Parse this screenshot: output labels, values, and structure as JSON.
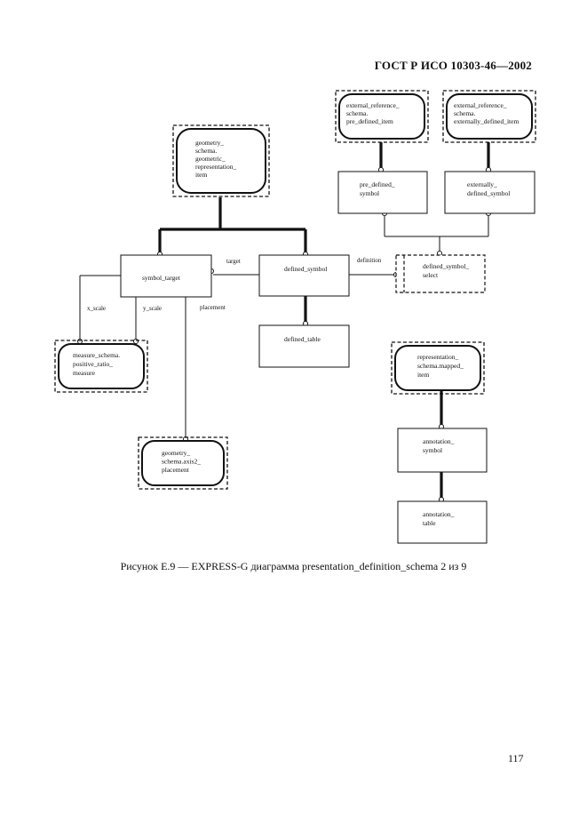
{
  "header": {
    "doc_id": "ГОСТ Р ИСО 10303-46—2002"
  },
  "caption": "Рисунок Е.9 — EXPRESS-G диаграмма presentation_definition_schema 2 из 9",
  "page_number": "117",
  "diagram": {
    "references": {
      "geometry_schema_geometric_representation_item": [
        "geometry_",
        "schema.",
        "geometric_",
        "representation_",
        "item"
      ],
      "external_reference_pre_defined_item": [
        "external_reference_",
        "schema.",
        "pre_defined_item"
      ],
      "external_reference_externally_defined_item": [
        "external_reference_",
        "schema.",
        "externally_defined_item"
      ],
      "measure_schema_positive_ratio_measure": [
        "measure_schema.",
        "positive_ratio_",
        "measure"
      ],
      "geometry_schema_axis2_placement": [
        "geometry_",
        "schema.axis2_",
        "placement"
      ],
      "representation_schema_mapped_item": [
        "representation_",
        "schema.mapped_",
        "item"
      ]
    },
    "entities": {
      "symbol_target": [
        "symbol_target"
      ],
      "defined_symbol": [
        "defined_symbol"
      ],
      "defined_table": [
        "defined_table"
      ],
      "pre_defined_symbol": [
        "pre_defined_",
        "symbol"
      ],
      "externally_defined_symbol": [
        "externally_",
        "defined_symbol"
      ],
      "annotation_symbol": [
        "annotation_",
        "symbol"
      ],
      "annotation_table": [
        "annotation_",
        "table"
      ]
    },
    "select_types": {
      "defined_symbol_select": [
        "defined_symbol_",
        "select"
      ]
    },
    "relations": {
      "target": "target",
      "definition": "definition",
      "x_scale": "x_scale",
      "y_scale": "y_scale",
      "placement": "placement"
    }
  }
}
